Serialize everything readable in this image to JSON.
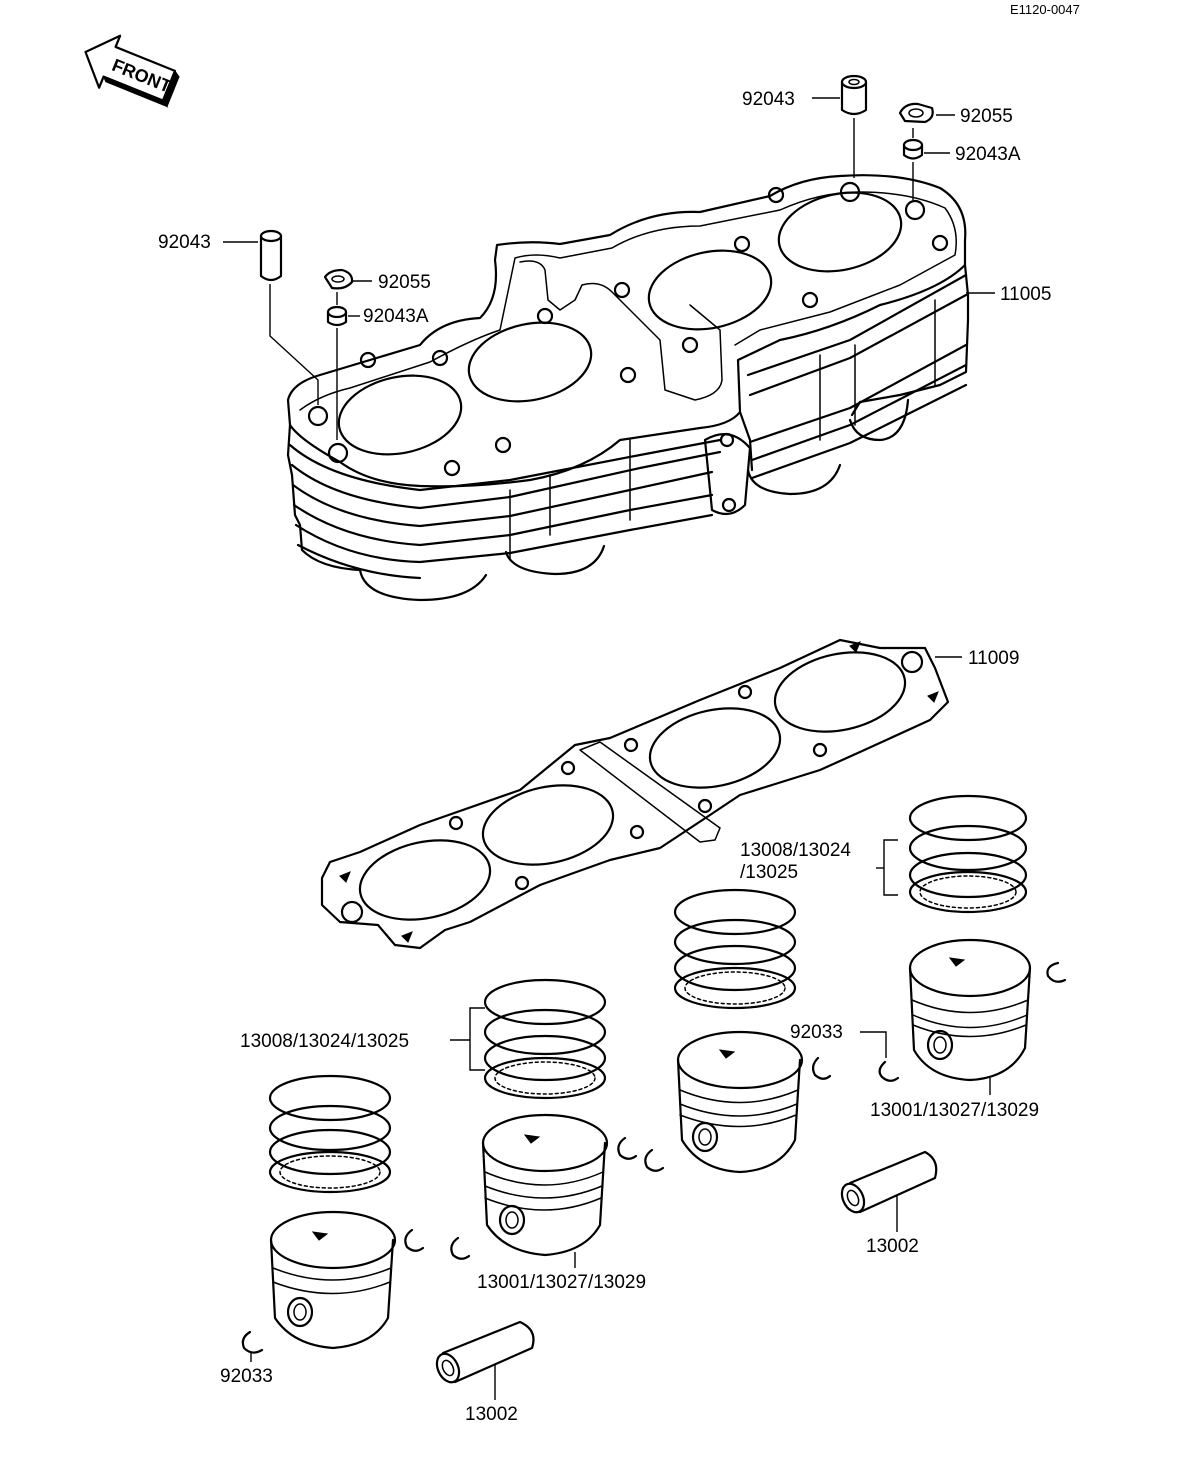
{
  "diagram_code": "E1120-0047",
  "direction_arrow": "FRONT",
  "callouts": {
    "top_dowel_right": "92043",
    "top_washer_right": "92055",
    "top_collar_right": "92043A",
    "top_dowel_left": "92043",
    "top_washer_left": "92055",
    "top_collar_left": "92043A",
    "cylinder_block": "11005",
    "head_gasket": "11009",
    "rings_right": "13008/13024",
    "rings_right_cont": "/13025",
    "rings_left": "13008/13024/13025",
    "clip_right": "92033",
    "piston_right": "13001/13027/13029",
    "piston_center": "13001/13027/13029",
    "pin_right": "13002",
    "clip_left": "92033",
    "pin_left": "13002"
  }
}
